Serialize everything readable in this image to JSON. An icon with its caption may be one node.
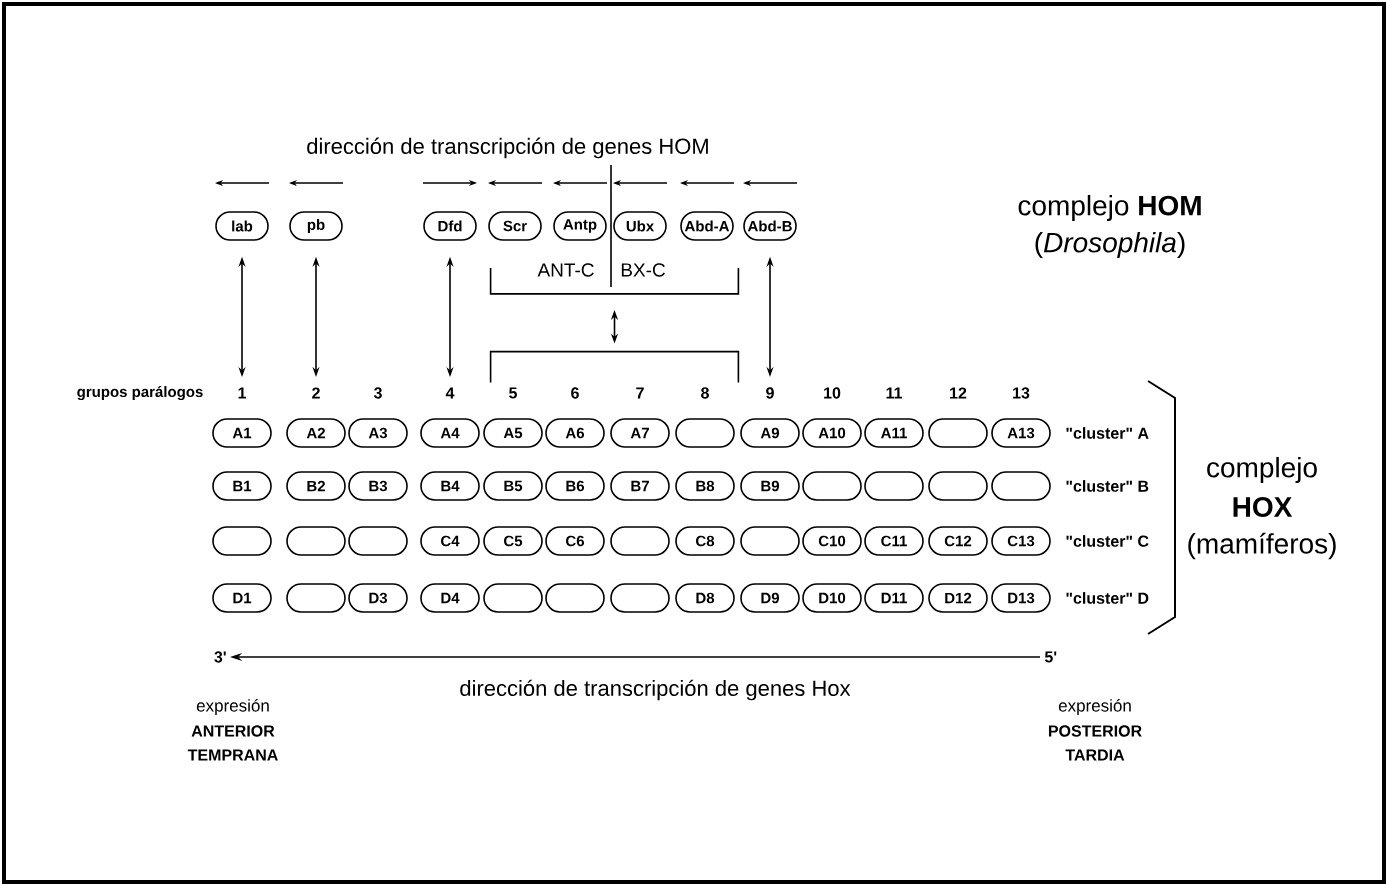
{
  "diagram": {
    "nodes": [
      {
        "text": [
          "lab"
        ]
      },
      {
        "text": [
          "pb"
        ]
      },
      {
        "text": [
          "Dfd"
        ]
      },
      {
        "text": [
          "Scr"
        ]
      },
      {
        "text": [
          "Antp"
        ]
      },
      {
        "text": [
          "Ubx"
        ]
      },
      {
        "text": [
          "Abd-A"
        ]
      },
      {
        "text": [
          "Abd-B"
        ]
      },
      {
        "text": [],
        "shape": "bracket"
      },
      {
        "text": [],
        "shape": "bracket"
      },
      {
        "text": [
          "1"
        ]
      },
      {
        "text": [
          "2"
        ]
      },
      {
        "text": [
          "4"
        ]
      },
      {
        "text": [
          "9"
        ]
      },
      {
        "text": [
          "A1"
        ]
      },
      {
        "text": [
          "A2"
        ]
      },
      {
        "text": [
          "A3"
        ]
      },
      {
        "text": [
          "A4"
        ]
      },
      {
        "text": [
          "A5"
        ]
      },
      {
        "text": [
          "A6"
        ]
      },
      {
        "text": [
          "A7"
        ]
      },
      {
        "text": [],
        "shape": "box"
      },
      {
        "text": [
          "A9"
        ]
      },
      {
        "text": [
          "A10"
        ]
      },
      {
        "text": [
          "A11"
        ]
      },
      {
        "text": [],
        "shape": "box"
      },
      {
        "text": [
          "A13"
        ]
      },
      {
        "text": [
          "B1"
        ]
      },
      {
        "text": [
          "B2"
        ]
      },
      {
        "text": [
          "B3"
        ]
      },
      {
        "text": [
          "B4"
        ]
      },
      {
        "text": [
          "B5"
        ]
      },
      {
        "text": [
          "B6"
        ]
      },
      {
        "text": [
          "B7"
        ]
      },
      {
        "text": [
          "B8"
        ]
      },
      {
        "text": [
          "B9"
        ]
      },
      {
        "text": [],
        "shape": "box"
      },
      {
        "text": [],
        "shape": "box"
      },
      {
        "text": [],
        "shape": "box"
      },
      {
        "text": [],
        "shape": "box"
      },
      {
        "text": [],
        "shape": "box"
      },
      {
        "text": [],
        "shape": "box"
      },
      {
        "text": [],
        "shape": "box"
      },
      {
        "text": [
          "C4"
        ]
      },
      {
        "text": [
          "C5"
        ]
      },
      {
        "text": [
          "C6"
        ]
      },
      {
        "text": [],
        "shape": "box"
      },
      {
        "text": [
          "C8"
        ]
      },
      {
        "text": [],
        "shape": "box"
      },
      {
        "text": [
          "C10"
        ]
      },
      {
        "text": [
          "C11"
        ]
      },
      {
        "text": [
          "C12"
        ]
      },
      {
        "text": [
          "C13"
        ]
      },
      {
        "text": [
          "D1"
        ]
      },
      {
        "text": [],
        "shape": "box"
      },
      {
        "text": [
          "D3"
        ]
      },
      {
        "text": [
          "D4"
        ]
      },
      {
        "text": [],
        "shape": "box"
      },
      {
        "text": [],
        "shape": "box"
      },
      {
        "text": [],
        "shape": "box"
      },
      {
        "text": [
          "D8"
        ]
      },
      {
        "text": [
          "D9"
        ]
      },
      {
        "text": [
          "D10"
        ]
      },
      {
        "text": [
          "D11"
        ]
      },
      {
        "text": [
          "D12"
        ]
      },
      {
        "text": [
          "D13"
        ]
      }
    ],
    "edges": [
      {
        "from": 0,
        "to": 10,
        "arrow": "both"
      },
      {
        "from": 1,
        "to": 11,
        "arrow": "both"
      },
      {
        "from": 2,
        "to": 12,
        "arrow": "both"
      },
      {
        "from": 8,
        "to": 9,
        "arrow": "both"
      },
      {
        "from": 7,
        "to": 13,
        "arrow": "both"
      }
    ],
    "labels": [
      "dirección de transcripción de genes HOM",
      "complejo **HOM**",
      "(*Drosophila*)",
      "ANT-C",
      "BX-C",
      "grupos parálogos",
      "3",
      "5",
      "6",
      "7",
      "8",
      "10",
      "11",
      "12",
      "13",
      "\"cluster\" A",
      "\"cluster\" B",
      "\"cluster\" C",
      "\"cluster\" D",
      "complejo",
      "HOX",
      "(mamíferos)",
      "3'",
      "5'",
      "dirección de transcripción de genes Hox",
      "expresión",
      "ANTERIOR",
      "TEMPRANA",
      "expresión",
      "POSTERIOR",
      "TARDIA"
    ]
  }
}
